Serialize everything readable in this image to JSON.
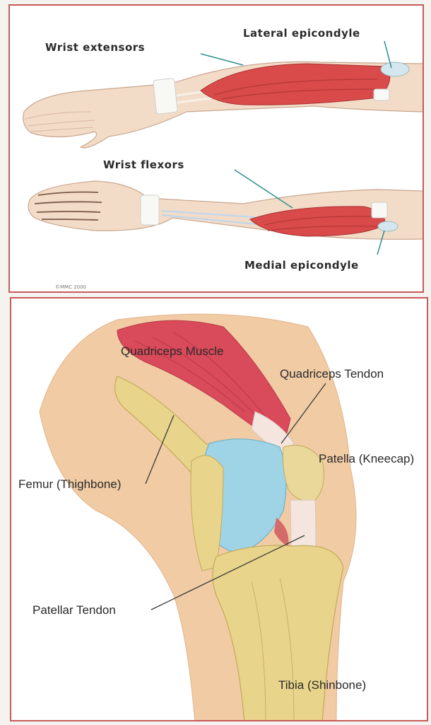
{
  "arm_panel": {
    "labels": {
      "wrist_extensors": "Wrist extensors",
      "lateral_epicondyle": "Lateral epicondyle",
      "wrist_flexors": "Wrist flexors",
      "medial_epicondyle": "Medial epicondyle"
    },
    "copyright": "©MMC 2000"
  },
  "knee_panel": {
    "labels": {
      "quadriceps_muscle": "Quadriceps Muscle",
      "quadriceps_tendon": "Quadriceps Tendon",
      "femur": "Femur (Thighbone)",
      "patella": "Patella (Kneecap)",
      "patellar_tendon": "Patellar Tendon",
      "tibia": "Tibia (Shinbone)"
    }
  },
  "colors": {
    "frame": "#c75a5a",
    "muscle": "#d94a4a",
    "skin": "#f2dcc8",
    "bone": "#e8d48a",
    "cartilage": "#9fd3e6",
    "leader_arm": "#2f8f8f"
  }
}
